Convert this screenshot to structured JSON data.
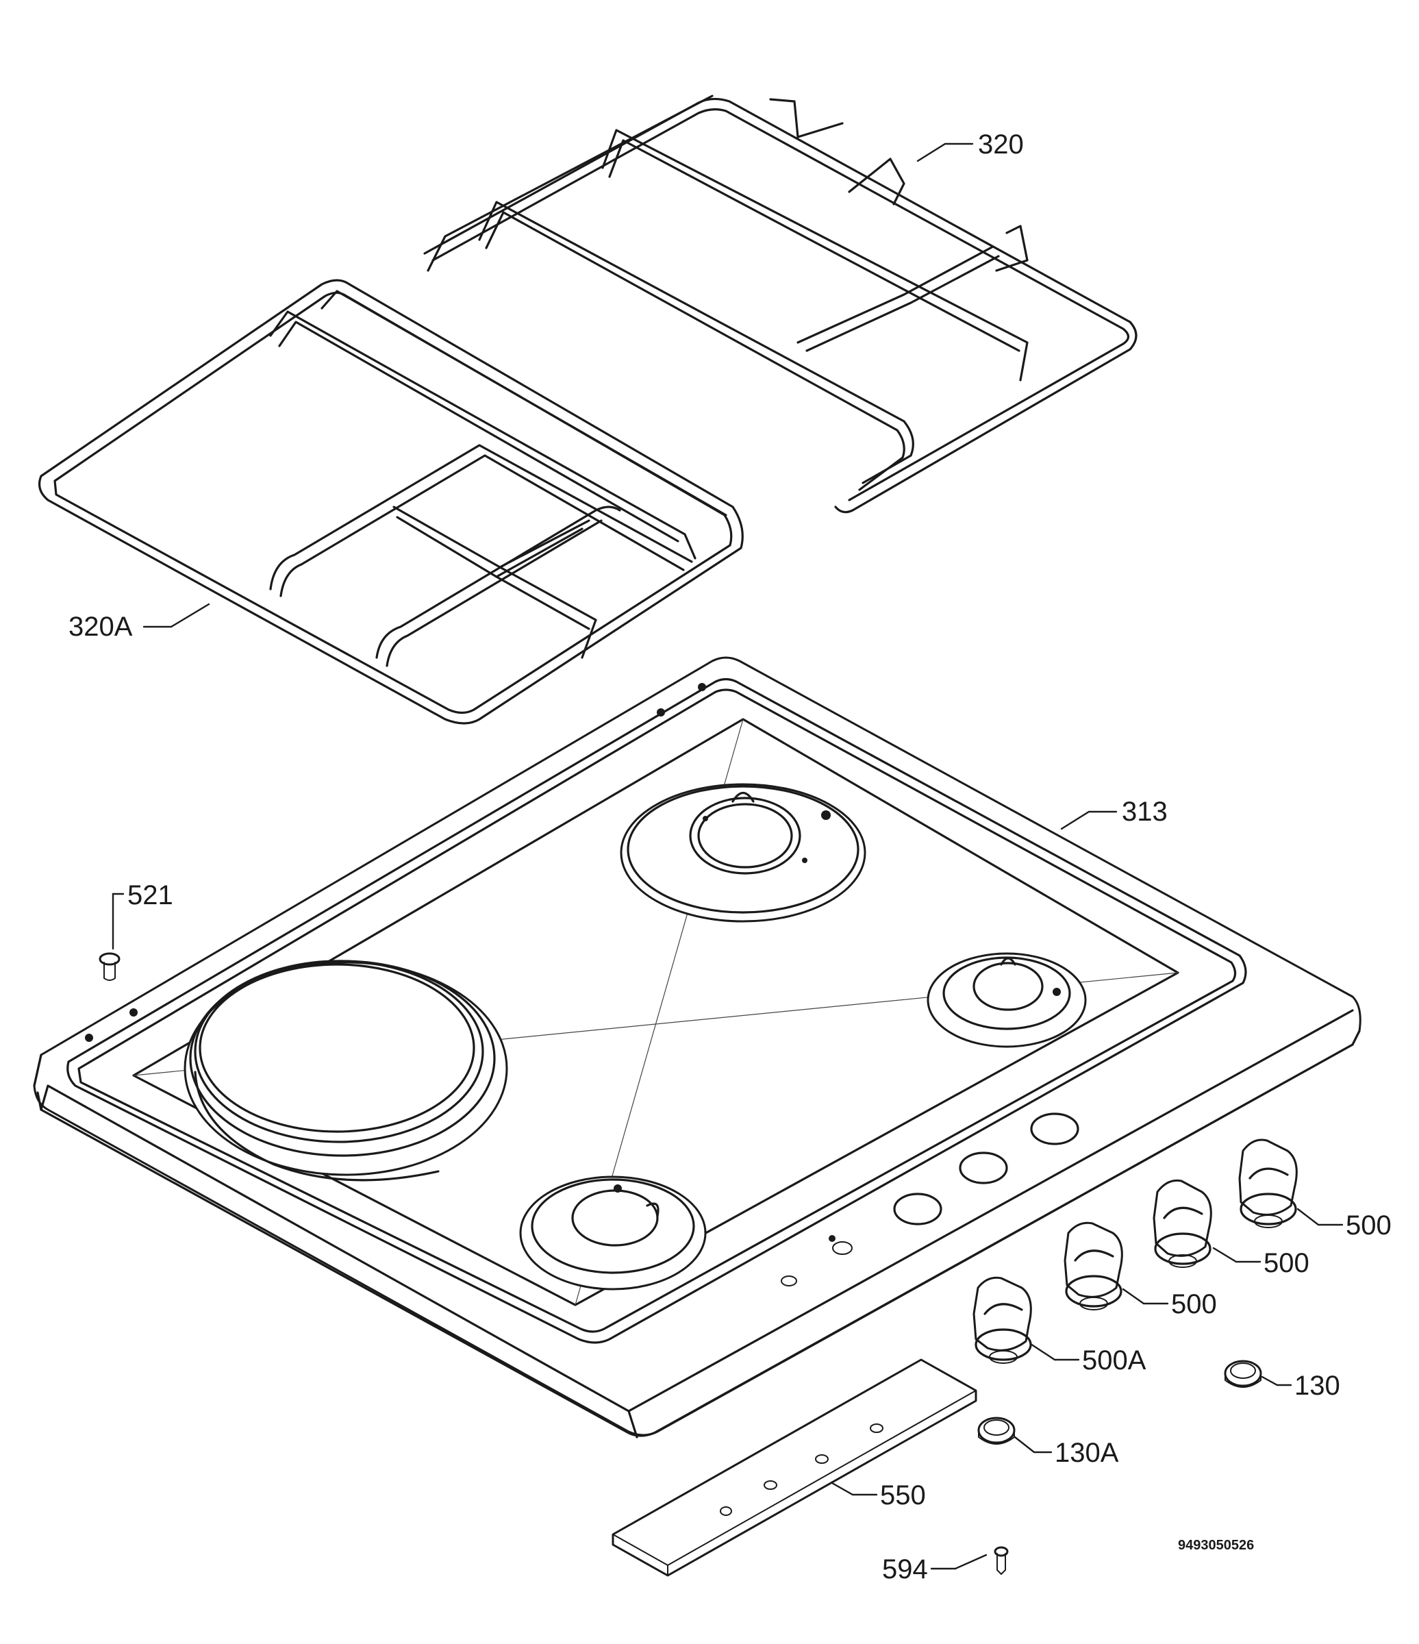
{
  "document_id": "9493050526",
  "callouts": {
    "grid_right": "320",
    "grid_left": "320A",
    "hob_top": "313",
    "screw": "521",
    "knob_1": "500",
    "knob_2": "500",
    "knob_3": "500",
    "knob_front": "500A",
    "bezel": "130",
    "bezel_front": "130A",
    "control_strip": "550",
    "fixing_pin": "594"
  }
}
